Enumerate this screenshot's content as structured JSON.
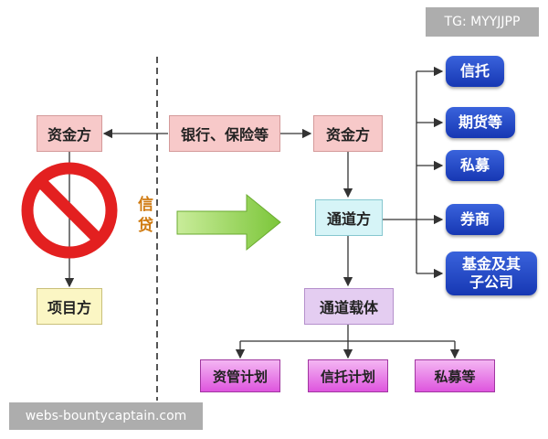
{
  "watermarks": {
    "top_right": "TG: MYYJJPP",
    "bottom_left": "webs-bountycaptain.com"
  },
  "left": {
    "funder": "资金方",
    "project": "项目方",
    "credit": "信贷"
  },
  "middle": {
    "banks": "银行、保险等"
  },
  "right": {
    "funder": "资金方",
    "channel": "通道方",
    "carrier": "通道载体",
    "channel_types": [
      "信托",
      "期货等",
      "私募",
      "券商",
      "基金及其\n子公司"
    ],
    "carrier_types": [
      "资管计划",
      "信托计划",
      "私募等"
    ]
  },
  "colors": {
    "arrow_green": "#8ed24c",
    "prohibit_red": "#e32020",
    "blue_box": "#1f45c4"
  }
}
